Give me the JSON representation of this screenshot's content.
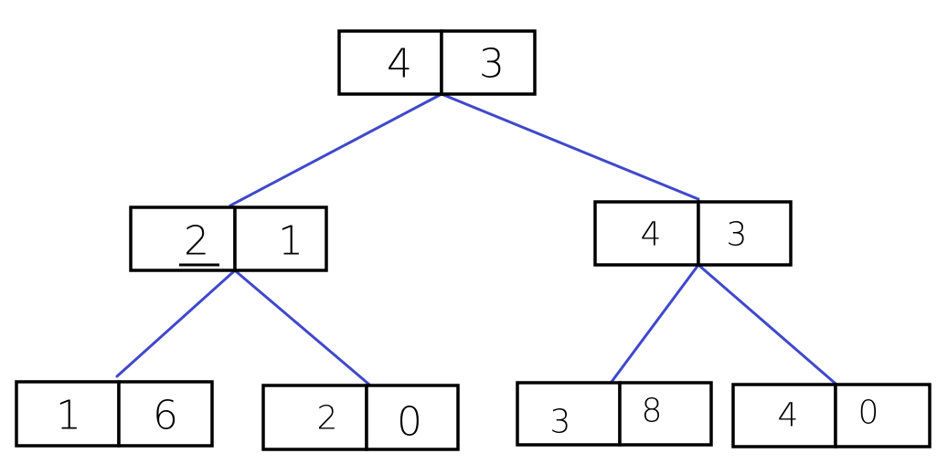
{
  "tree": {
    "root": {
      "left": "4",
      "right": "3"
    },
    "level1": [
      {
        "left": "2",
        "right": "1"
      },
      {
        "left": "4",
        "right": "3"
      }
    ],
    "leaves": [
      {
        "left": "1",
        "right": "6"
      },
      {
        "left": "2",
        "right": "0"
      },
      {
        "left": "3",
        "right": "8"
      },
      {
        "left": "4",
        "right": "0"
      }
    ]
  },
  "colors": {
    "edge": "#3f48cc",
    "box_stroke": "#000000",
    "background": "#ffffff"
  }
}
